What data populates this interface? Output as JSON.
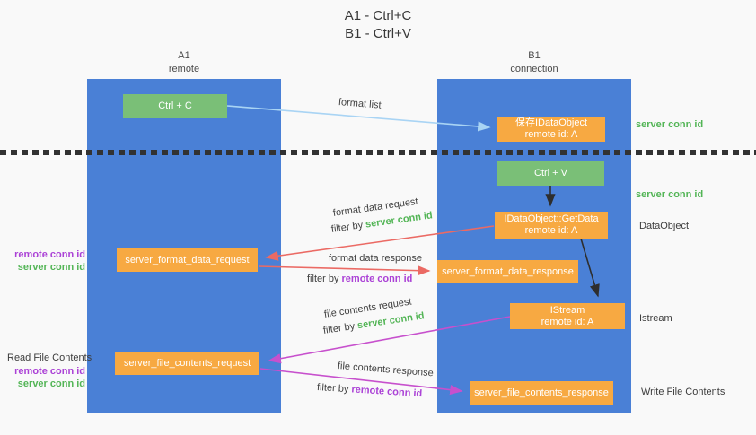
{
  "title": {
    "line1": "A1 - Ctrl+C",
    "line2": "B1 - Ctrl+V"
  },
  "lanes": {
    "left": {
      "name": "A1",
      "subtitle": "remote"
    },
    "right": {
      "name": "B1",
      "subtitle": "connection"
    }
  },
  "nodes": {
    "ctrl_c": "Ctrl + C",
    "ctrl_v": "Ctrl + V",
    "save_dataobject": "保存IDataObject\nremote id: A",
    "getdata": "IDataObject::GetData\nremote id: A",
    "istream": "IStream\nremote id: A",
    "server_format_data_request": "server_format_data_request",
    "server_format_data_response": "server_format_data_response",
    "server_file_contents_request": "server_file_contents_request",
    "server_file_contents_response": "server_file_contents_response"
  },
  "arrow_labels": {
    "format_list": "format list",
    "format_data_request": "format data request",
    "format_data_response": "format data response",
    "file_contents_request": "file contents request",
    "file_contents_response": "file contents response",
    "filter_by": "filter by ",
    "server_conn_id": "server conn id",
    "remote_conn_id": "remote conn id"
  },
  "side_labels": {
    "server_conn_id_top": "server conn id",
    "server_conn_id_mid": "server conn id",
    "dataobject": "DataObject",
    "istream": "Istream",
    "write_file_contents": "Write File Contents",
    "read_file_contents": "Read File Contents",
    "remote_conn_id_1": "remote conn id",
    "server_conn_id_1": "server conn id",
    "remote_conn_id_2": "remote conn id",
    "server_conn_id_2": "server conn id"
  },
  "colors": {
    "lane_blue": "#4a80d6",
    "node_orange": "#f7a942",
    "node_green": "#7abf77",
    "arrow_light_blue": "#a9d4f4",
    "arrow_red": "#eb6a64",
    "arrow_magenta": "#c750cd",
    "arrow_black": "#2e2e2e",
    "text_green": "#53b556",
    "text_purple": "#ab42d6",
    "background": "#f9f9f9"
  }
}
